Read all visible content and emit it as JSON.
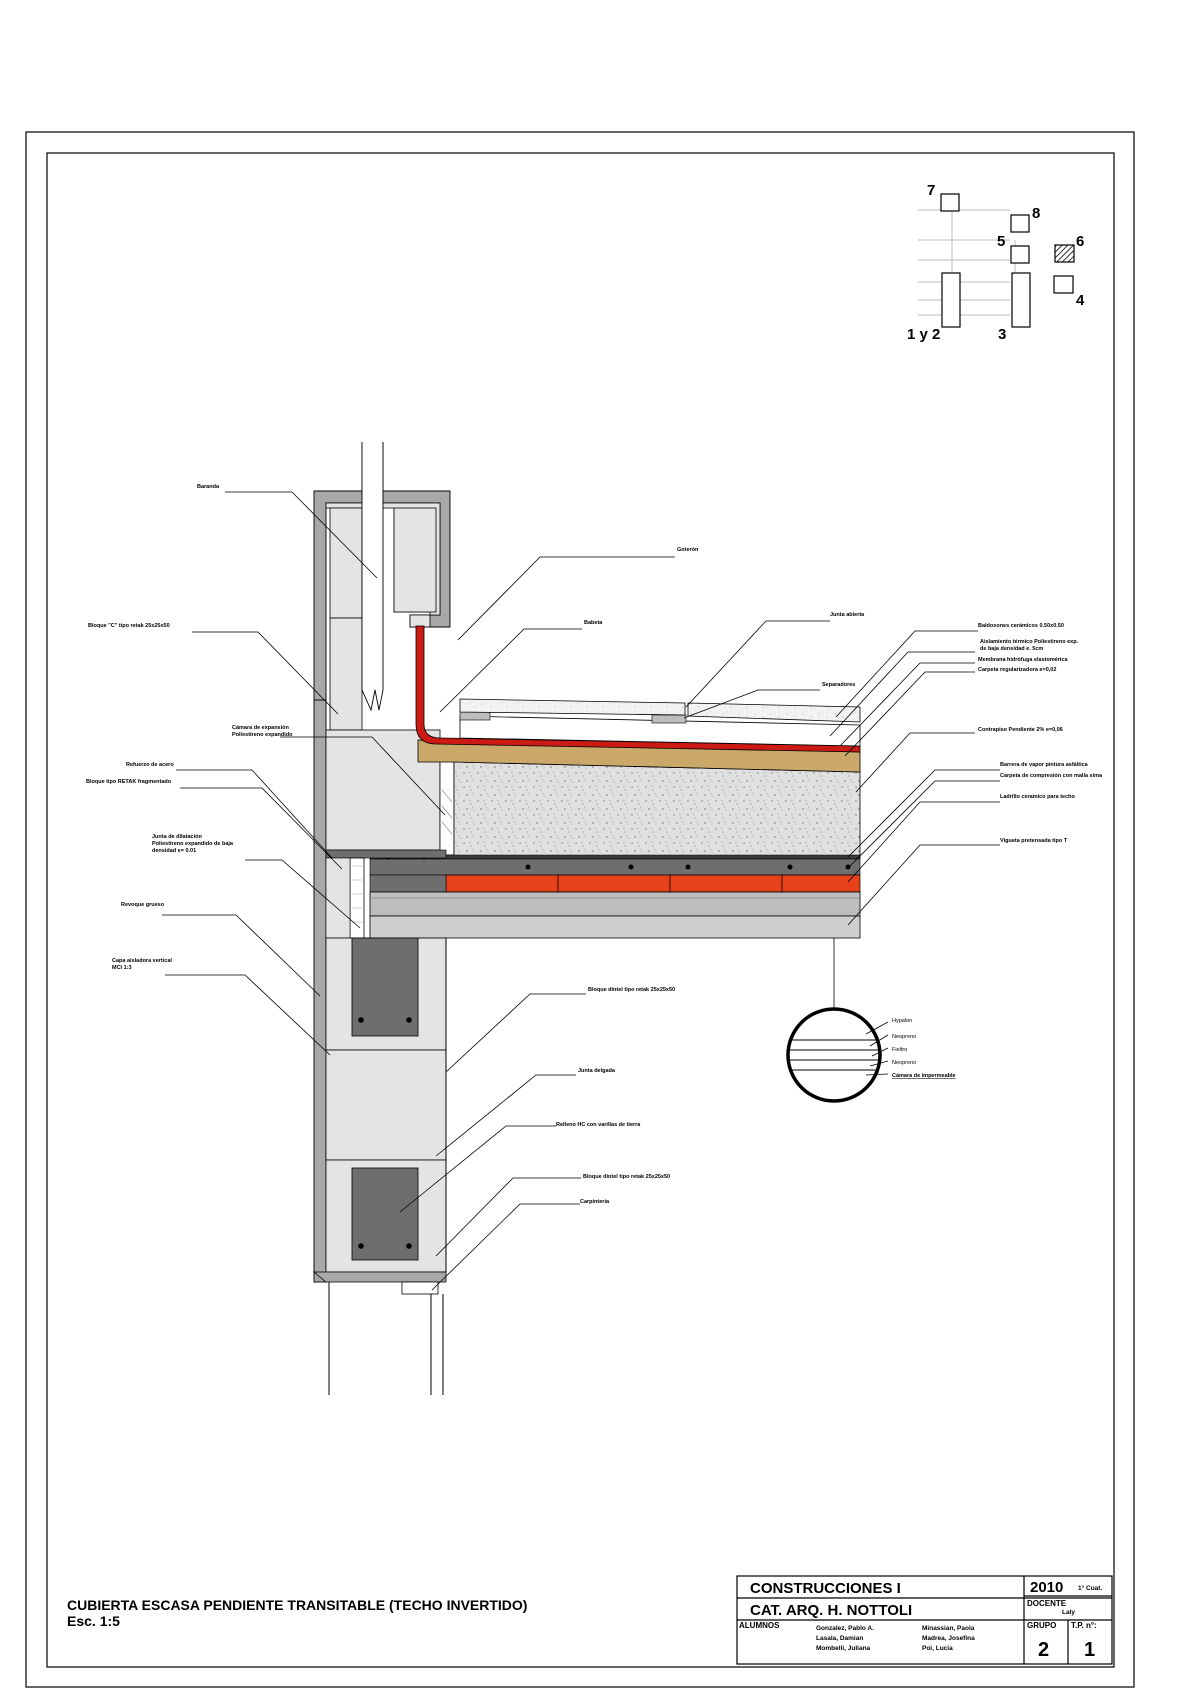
{
  "sheet": {
    "title": "CUBIERTA ESCASA PENDIENTE TRANSITABLE (TECHO INVERTIDO)",
    "scale": "Esc. 1:5"
  },
  "title_block": {
    "course": "CONSTRUCCIONES I",
    "chair": "CAT. ARQ. H. NOTTOLI",
    "year": "2010",
    "term": "1° Cuat.",
    "docente_label": "DOCENTE",
    "docente": "Laly",
    "alumnos_label": "ALUMNOS",
    "students_col1": [
      "Gonzalez, Pablo A.",
      "Lasala, Damian",
      "Mombelli, Juliana"
    ],
    "students_col2": [
      "Minassian, Paola",
      "Madrea, Josefina",
      "Poi, Lucia"
    ],
    "grupo_label": "GRUPO",
    "grupo": "2",
    "tp_label": "T.P. n°:",
    "tp": "1"
  },
  "key_plan": {
    "numbers": [
      "7",
      "8",
      "5",
      "6",
      "4",
      "1 y 2",
      "3"
    ]
  },
  "labels": {
    "baranda": "Baranda",
    "goterón": "Goterón",
    "babeta": "Babeta",
    "junta_abierta": "Junta abierta",
    "bloque_c": "Bloque \"C\" tipo retak 25x25x50",
    "baldosones": "Baldosones cerámicos 0.50x0.50",
    "aislamiento_1": "Aislamiento térmico Poliestireno exp.",
    "aislamiento_2": "de baja densidad e. 5cm",
    "membrana": "Membrana hidrófuga elastomérica",
    "carpeta_reg": "Carpeta regularizadora e=0,02",
    "separadores": "Separadores",
    "camara_1": "Cámara de expansión",
    "camara_2": "Poliestireno expandido",
    "contrapiso": "Contrapiso Pendiente 2%  e=0,06",
    "refuerzo": "Refuerzo de acero",
    "bloque_retak": "Bloque tipo RETAK fragmentado",
    "barrera": "Barrera de vapor pintura asfáltica",
    "carpeta_comp": "Carpeta de compresión con malla sima",
    "ladrillo": "Ladrillo ceramico para techo",
    "junta_dil_1": "Junta de dilatación",
    "junta_dil_2": "Poliestireno expandido de baja",
    "junta_dil_3": "densidad e= 0.01",
    "vigueta": "Vigueta pretensada tipo T",
    "revoque": "Revoque grueso",
    "capa_1": "Capa aisladora vertical",
    "capa_2": "MCI 1:3",
    "bloque_dintel_1": "Bloque dintel tipo retak 25x25x50",
    "junta_delgada": "Junta delgada",
    "relleno": "Relleno HC con varillas de tierra",
    "bloque_dintel_2": "Bloque dintel tipo retak 25x25x50",
    "carpinteria": "Carpintería",
    "detail_hypalon": "Hypalon",
    "detail_neopreno1": "Neopreno",
    "detail_fieltro": "Fieltro",
    "detail_neopreno2": "Neopreno",
    "detail_camara": "Cámara de impermeable"
  },
  "colors": {
    "block_fill": "#e4e4e4",
    "frame_grey": "#a8a8a8",
    "membrane_red": "#cc1a14",
    "brick_orange": "#e8421a",
    "screed_tan": "#c9a86a",
    "concrete_fill": "#dcdcdc",
    "dark_fill": "#6e6e6e",
    "slab_dark": "#3a3a3a"
  }
}
